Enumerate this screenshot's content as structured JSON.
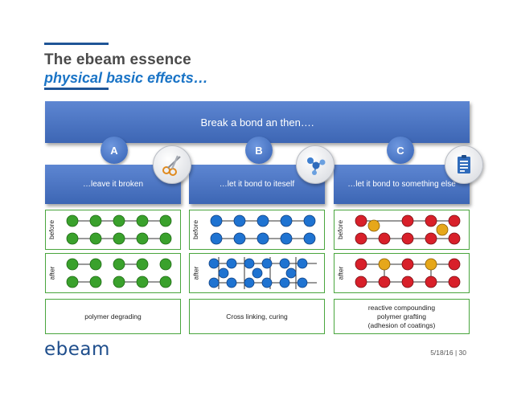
{
  "header": {
    "title": "The ebeam essence",
    "subtitle": "physical basic effects…"
  },
  "banner": "Break a bond an then….",
  "columns": [
    {
      "letter": "A",
      "heading": "…leave it broken",
      "icon": "scissors-icon",
      "description": [
        "polymer degrading"
      ],
      "before_label": "before",
      "after_label": "after"
    },
    {
      "letter": "B",
      "heading": "…let it bond to iteself",
      "icon": "molecule-icon",
      "description": [
        "Cross linking, curing"
      ],
      "before_label": "before",
      "after_label": "after"
    },
    {
      "letter": "C",
      "heading": "…let it bond to something else",
      "icon": "clipboard-icon",
      "description": [
        "reactive compounding",
        "polymer grafting",
        "(adhesion of coatings)"
      ],
      "before_label": "before",
      "after_label": "after"
    }
  ],
  "colors": {
    "brand_blue": "#1f5597",
    "accent_blue": "#1a74c6",
    "panel_border": "#49a53d",
    "atom_green": "#3aa12c",
    "atom_blue": "#1f73d1",
    "atom_red": "#d8202a",
    "atom_yellow": "#e6a71a"
  },
  "footer": {
    "logo": "ebeam",
    "date": "5/18/16",
    "separator": "|",
    "page": "30"
  }
}
